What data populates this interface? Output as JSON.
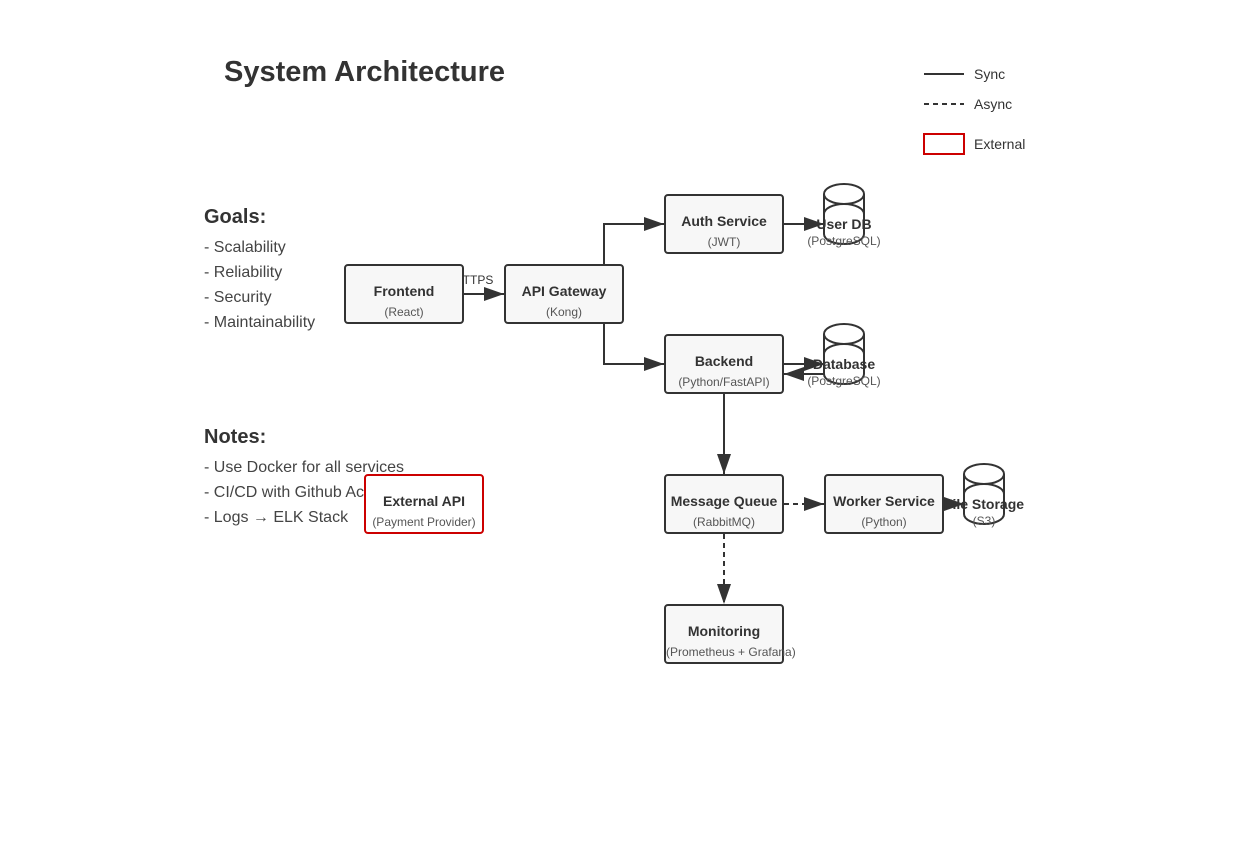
{
  "title": "System Architecture",
  "legend": {
    "sync": "Sync",
    "async": "Async",
    "external": "External"
  },
  "goals": {
    "heading": "Goals:",
    "items": [
      "- Scalability",
      "- Reliability",
      "- Security",
      "- Maintainability"
    ]
  },
  "notes": {
    "heading": "Notes:",
    "items": [
      "- Use Docker for all services",
      "- CI/CD with Github Actions",
      "- Logs → ELK Stack"
    ]
  },
  "nodes": {
    "frontend": {
      "name": "Frontend",
      "sub": "(React)"
    },
    "gateway": {
      "name": "API Gateway",
      "sub": "(Kong)"
    },
    "auth": {
      "name": "Auth Service",
      "sub": "(JWT)"
    },
    "backend": {
      "name": "Backend",
      "sub": "(Python/FastAPI)"
    },
    "queue": {
      "name": "Message Queue",
      "sub": "(RabbitMQ)"
    },
    "worker": {
      "name": "Worker Service",
      "sub": "(Python)"
    },
    "monitoring": {
      "name": "Monitoring",
      "sub": "(Prometheus + Grafana)"
    },
    "external_api": {
      "name": "External API",
      "sub": "(Payment Provider)"
    }
  },
  "databases": {
    "userdb": {
      "name": "User DB",
      "sub": "(PostgreSQL)"
    },
    "database": {
      "name": "Database",
      "sub": "(PostgreSQL)"
    },
    "storage": {
      "name": "File Storage",
      "sub": "(S3)"
    }
  },
  "edges": {
    "https_label": "HTTPS"
  },
  "colors": {
    "stroke": "#333333",
    "external": "#cc0000",
    "node_fill": "#f7f7f7"
  }
}
